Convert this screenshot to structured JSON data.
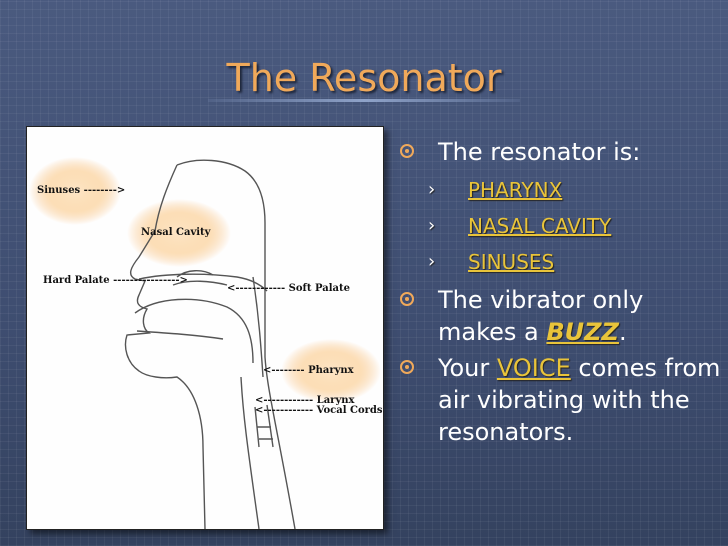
{
  "slide": {
    "title": "The Resonator",
    "diagram_labels": {
      "sinuses": "Sinuses -------->",
      "nasal_cavity": "Nasal Cavity",
      "hard_palate": "Hard Palate ---------------->",
      "soft_palate": "<------------ Soft Palate",
      "pharynx": "<-------- Pharynx",
      "larynx": "<------------ Larynx",
      "vocal_cords": "<------------ Vocal Cords"
    },
    "bullets": {
      "b1_text": "The resonator is:",
      "sub_items": [
        "PHARYNX",
        "NASAL CAVITY",
        "SINUSES"
      ],
      "b2_pre": "The vibrator only makes a ",
      "b2_emph": "BUZZ",
      "b2_post": ".",
      "b3_pre": "Your ",
      "b3_emph": "VOICE",
      "b3_post": " comes from air vibrating with the resonators."
    },
    "colors": {
      "title": "#f0a95a",
      "highlight": "#e9c43a",
      "circle": "#f6a54a"
    }
  }
}
